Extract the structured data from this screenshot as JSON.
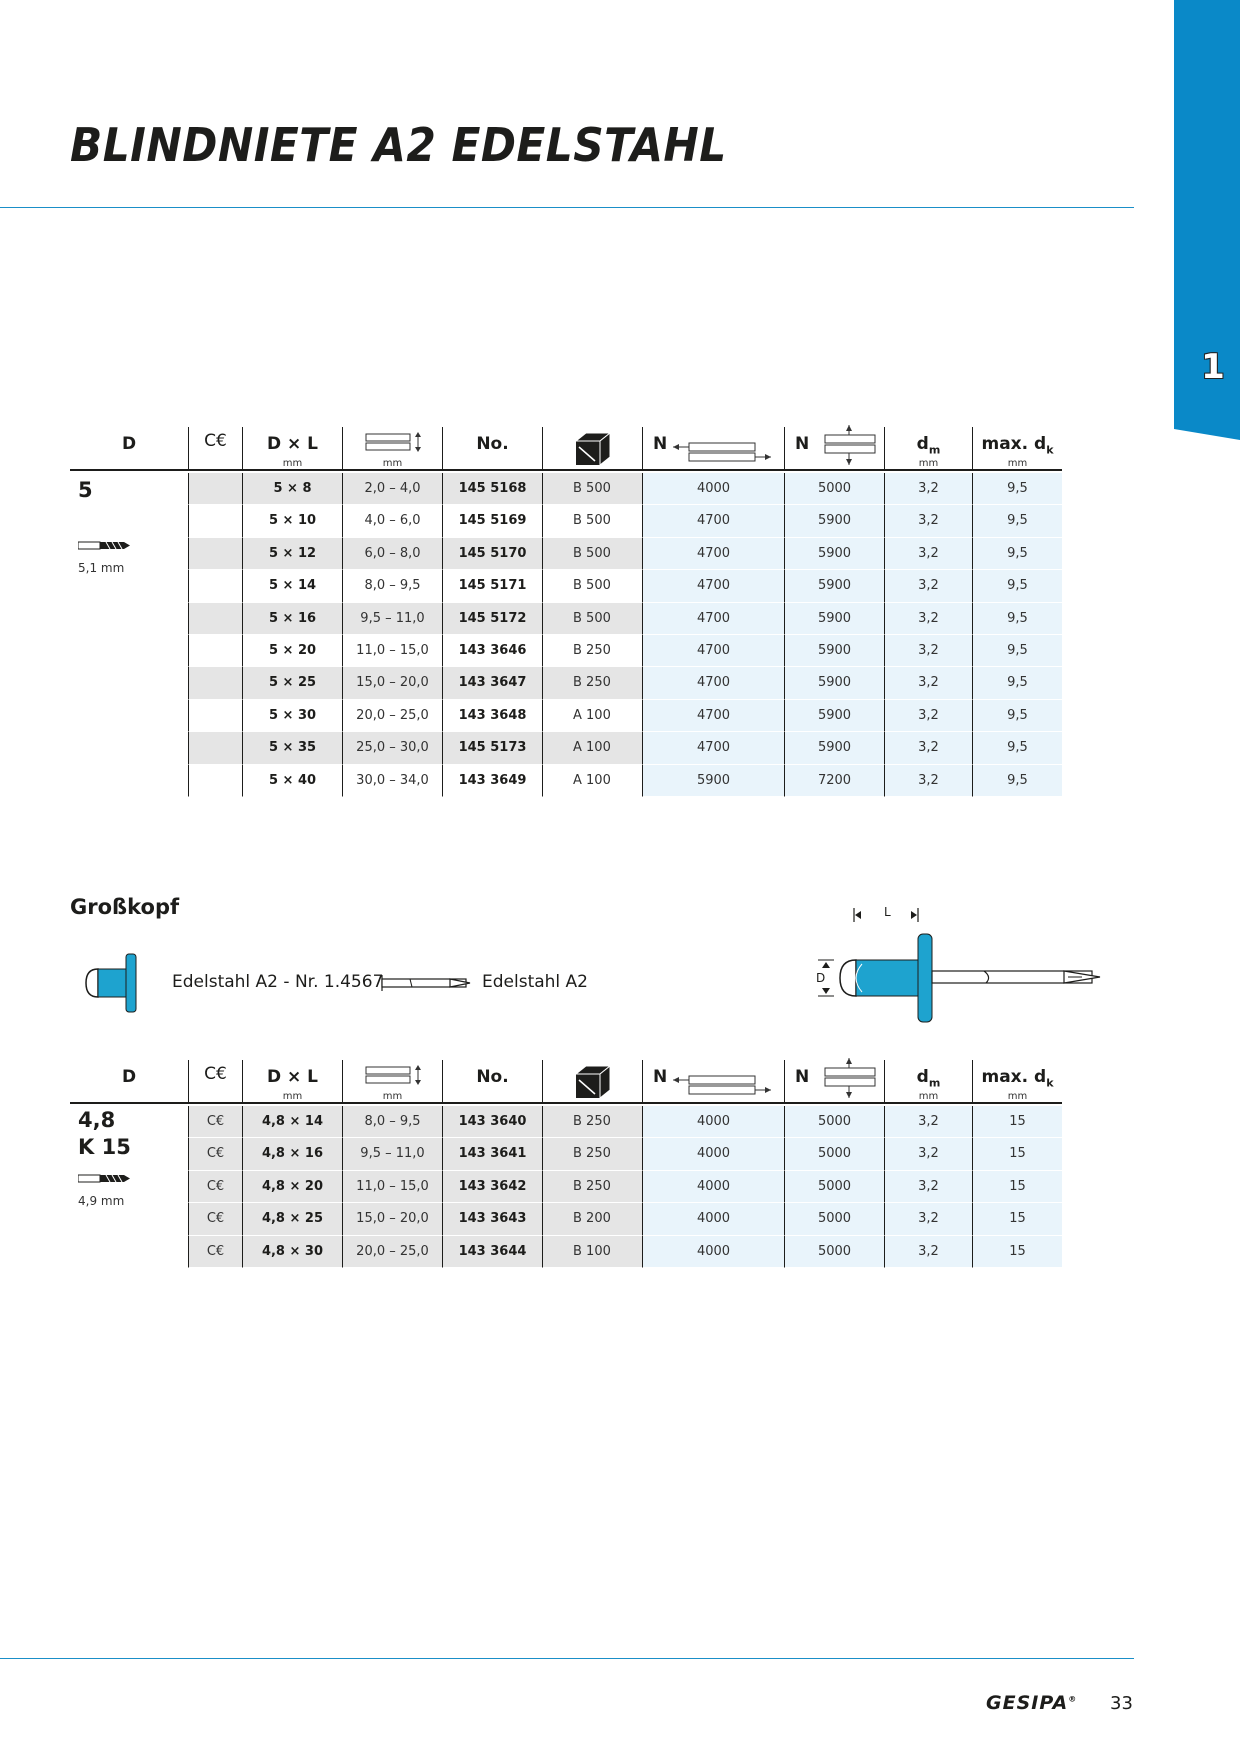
{
  "title": "BLINDNIETE A2 EDELSTAHL",
  "chapter_tab": "1",
  "table_headers": {
    "d": "D",
    "ce": "C€",
    "dxl": "D × L",
    "dxl_unit": "mm",
    "grip_unit": "mm",
    "no": "No.",
    "n1": "N",
    "n2": "N",
    "dm": "d",
    "dm_sub": "m",
    "dm_unit": "mm",
    "dk": "max. d",
    "dk_sub": "k",
    "dk_unit": "mm"
  },
  "table1": {
    "d_value": "5",
    "drill_label": "5,1 mm",
    "rows": [
      {
        "ce": "",
        "dxl": "5 × 8",
        "grip": "2,0 – 4,0",
        "no": "145 5168",
        "pack": "B 500",
        "n1": "4000",
        "n2": "5000",
        "dm": "3,2",
        "dk": "9,5"
      },
      {
        "ce": "",
        "dxl": "5 × 10",
        "grip": "4,0 – 6,0",
        "no": "145 5169",
        "pack": "B 500",
        "n1": "4700",
        "n2": "5900",
        "dm": "3,2",
        "dk": "9,5"
      },
      {
        "ce": "",
        "dxl": "5 × 12",
        "grip": "6,0 – 8,0",
        "no": "145 5170",
        "pack": "B 500",
        "n1": "4700",
        "n2": "5900",
        "dm": "3,2",
        "dk": "9,5"
      },
      {
        "ce": "",
        "dxl": "5 × 14",
        "grip": "8,0 – 9,5",
        "no": "145 5171",
        "pack": "B 500",
        "n1": "4700",
        "n2": "5900",
        "dm": "3,2",
        "dk": "9,5"
      },
      {
        "ce": "",
        "dxl": "5 × 16",
        "grip": "9,5 – 11,0",
        "no": "145 5172",
        "pack": "B 500",
        "n1": "4700",
        "n2": "5900",
        "dm": "3,2",
        "dk": "9,5"
      },
      {
        "ce": "",
        "dxl": "5 × 20",
        "grip": "11,0 – 15,0",
        "no": "143 3646",
        "pack": "B 250",
        "n1": "4700",
        "n2": "5900",
        "dm": "3,2",
        "dk": "9,5"
      },
      {
        "ce": "",
        "dxl": "5 × 25",
        "grip": "15,0 – 20,0",
        "no": "143 3647",
        "pack": "B 250",
        "n1": "4700",
        "n2": "5900",
        "dm": "3,2",
        "dk": "9,5"
      },
      {
        "ce": "",
        "dxl": "5 × 30",
        "grip": "20,0 – 25,0",
        "no": "143 3648",
        "pack": "A 100",
        "n1": "4700",
        "n2": "5900",
        "dm": "3,2",
        "dk": "9,5"
      },
      {
        "ce": "",
        "dxl": "5 × 35",
        "grip": "25,0 – 30,0",
        "no": "145 5173",
        "pack": "A 100",
        "n1": "4700",
        "n2": "5900",
        "dm": "3,2",
        "dk": "9,5"
      },
      {
        "ce": "",
        "dxl": "5 × 40",
        "grip": "30,0 – 34,0",
        "no": "143 3649",
        "pack": "A 100",
        "n1": "5900",
        "n2": "7200",
        "dm": "3,2",
        "dk": "9,5"
      }
    ]
  },
  "section2": {
    "heading": "Großkopf",
    "material_body": "Edelstahl A2 - Nr. 1.4567",
    "material_mandrel": "Edelstahl A2",
    "diagram_l": "L",
    "diagram_d": "D"
  },
  "table2": {
    "d_value": "4,8",
    "d_sub": "K 15",
    "drill_label": "4,9 mm",
    "rows": [
      {
        "ce": "C€",
        "dxl": "4,8 × 14",
        "grip": "8,0 – 9,5",
        "no": "143 3640",
        "pack": "B 250",
        "n1": "4000",
        "n2": "5000",
        "dm": "3,2",
        "dk": "15"
      },
      {
        "ce": "C€",
        "dxl": "4,8 × 16",
        "grip": "9,5 – 11,0",
        "no": "143 3641",
        "pack": "B 250",
        "n1": "4000",
        "n2": "5000",
        "dm": "3,2",
        "dk": "15"
      },
      {
        "ce": "C€",
        "dxl": "4,8 × 20",
        "grip": "11,0 – 15,0",
        "no": "143 3642",
        "pack": "B 250",
        "n1": "4000",
        "n2": "5000",
        "dm": "3,2",
        "dk": "15"
      },
      {
        "ce": "C€",
        "dxl": "4,8 × 25",
        "grip": "15,0 – 20,0",
        "no": "143 3643",
        "pack": "B 200",
        "n1": "4000",
        "n2": "5000",
        "dm": "3,2",
        "dk": "15"
      },
      {
        "ce": "C€",
        "dxl": "4,8 × 30",
        "grip": "20,0 – 25,0",
        "no": "143 3644",
        "pack": "B 100",
        "n1": "4000",
        "n2": "5000",
        "dm": "3,2",
        "dk": "15"
      }
    ]
  },
  "footer": {
    "logo": "GESIPA",
    "logo_mark": "®",
    "page_number": "33"
  },
  "colors": {
    "accent": "#0a89c8",
    "rivet": "#1ea3cf",
    "row_grey": "#e5e5e5",
    "cell_blue": "#e9f4fb"
  }
}
